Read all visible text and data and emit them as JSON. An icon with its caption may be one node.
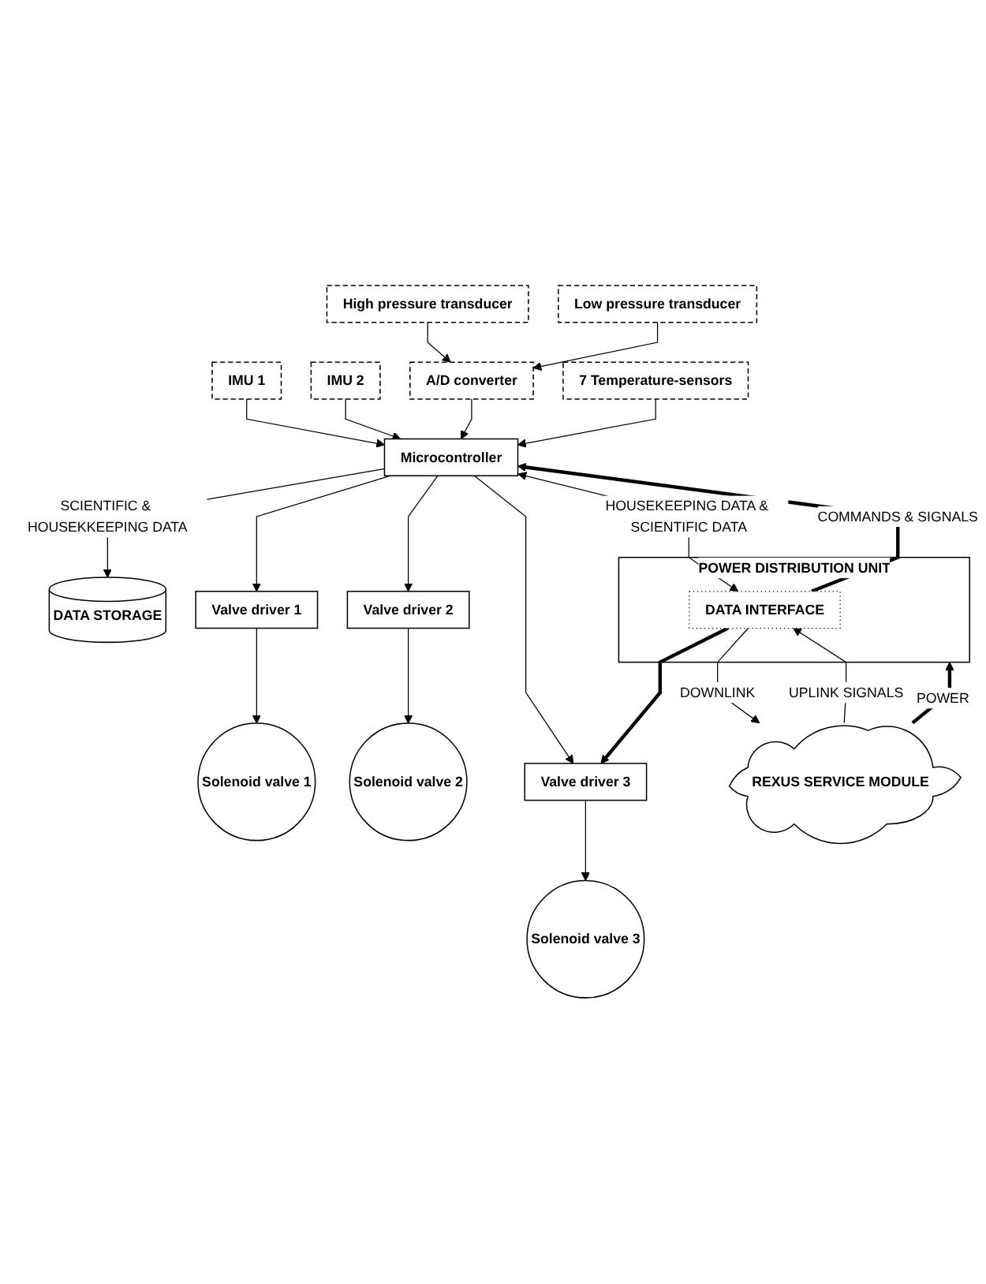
{
  "diagram": {
    "nodes": [
      {
        "text": [
          "High pressure transducer"
        ]
      },
      {
        "text": [
          "Low pressure transducer"
        ]
      },
      {
        "text": [
          "IMU 1"
        ]
      },
      {
        "text": [
          "IMU 2"
        ]
      },
      {
        "text": [
          "DATA STORAGE"
        ]
      },
      {
        "text": [
          "A/D converter"
        ]
      },
      {
        "text": [
          "Microcontroller"
        ]
      },
      {
        "text": [
          "Valve driver 1"
        ]
      },
      {
        "text": [
          "Valve driver 2"
        ]
      },
      {
        "text": [
          "Valve driver 3"
        ]
      },
      {
        "text": [
          "Solenoid valve 1"
        ]
      },
      {
        "text": [
          "Solenoid valve 2"
        ]
      },
      {
        "text": [
          "Solenoid valve 3"
        ]
      },
      {
        "text": [
          "7 Temperature-sensors"
        ]
      },
      {
        "text": [
          "POWER DISTRIBUTION UNIT"
        ]
      },
      {
        "text": [
          "DATA INTERFACE"
        ],
        "in": 14
      },
      {
        "text": [
          "REXUS SERVICE MODULE"
        ]
      }
    ],
    "edges": [
      {
        "from": 0,
        "to": 5,
        "arrow": "to"
      },
      {
        "from": 1,
        "to": 5,
        "arrow": "to"
      },
      {
        "from": 5,
        "to": 6,
        "arrow": "to"
      },
      {
        "from": 2,
        "to": 6,
        "arrow": "to"
      },
      {
        "from": 3,
        "to": 6,
        "arrow": "to"
      },
      {
        "from": 6,
        "to": 4,
        "arrow": "to",
        "label": "SCIENTIFIC & HOUSEKKEEPING DATA"
      },
      {
        "from": 6,
        "to": 7,
        "arrow": "to"
      },
      {
        "from": 6,
        "to": 8,
        "arrow": "to"
      },
      {
        "from": 6,
        "to": 9,
        "arrow": "to"
      },
      {
        "from": 7,
        "to": 10,
        "arrow": "to"
      },
      {
        "from": 8,
        "to": 11,
        "arrow": "to"
      },
      {
        "from": 9,
        "to": 12,
        "arrow": "to"
      },
      {
        "from": 13,
        "to": 6,
        "arrow": "to"
      },
      {
        "from": 15,
        "to": 6,
        "arrow": "to",
        "label": "COMMANDS & SIGNALS",
        "style": "thick"
      },
      {
        "from": 15,
        "to": 9,
        "arrow": "to",
        "style": "thick"
      },
      {
        "from": 6,
        "to": 15,
        "arrow": "both",
        "label": "HOUSEKEEPING DATA & SCIENTIFIC DATA"
      },
      {
        "from": 16,
        "to": 14,
        "arrow": "to",
        "label": "POWER",
        "style": "thick"
      },
      {
        "from": 15,
        "to": 16,
        "arrow": "to",
        "label": "DOWNLINK"
      },
      {
        "from": 16,
        "to": 15,
        "arrow": "to",
        "label": "UPLINK SIGNALS"
      }
    ]
  }
}
